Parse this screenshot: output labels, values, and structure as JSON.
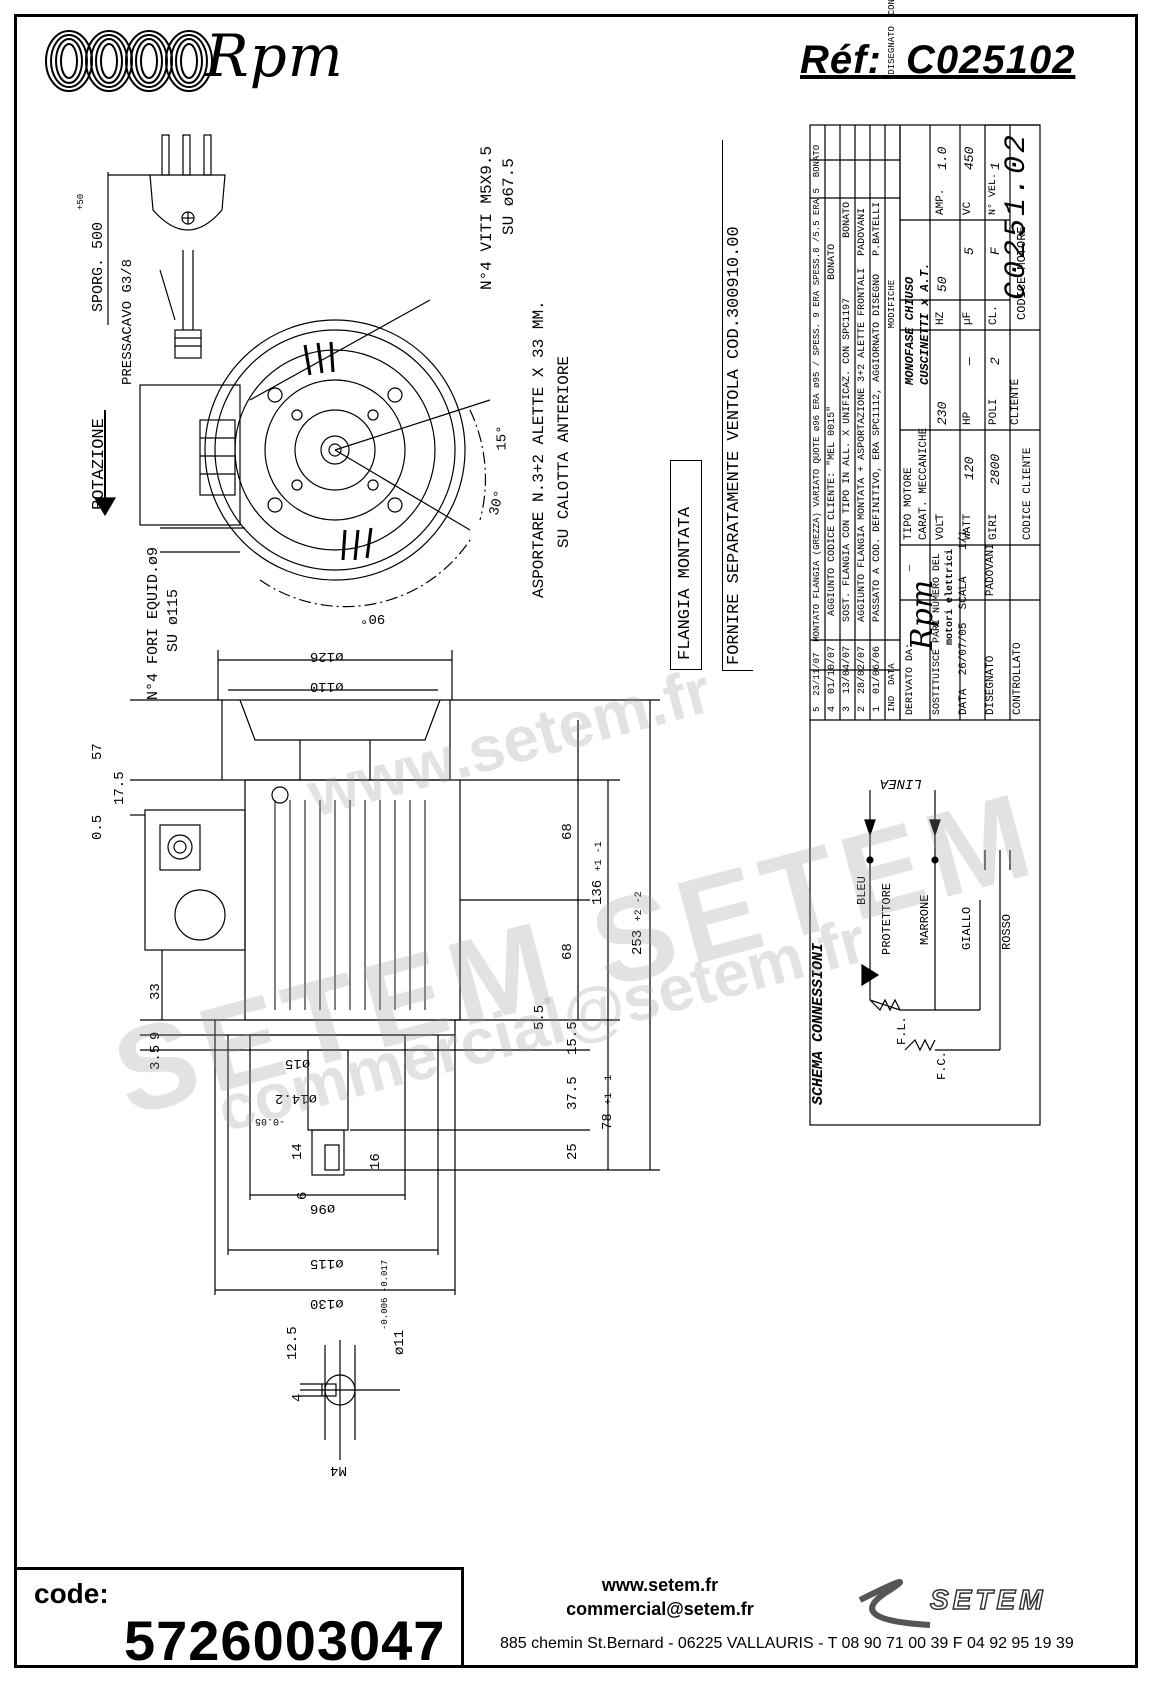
{
  "header": {
    "brand": "Rpm",
    "ref_label": "Réf:",
    "ref_value": "C025102"
  },
  "labels": {
    "rotazione": "ROTAZIONE",
    "sporg": "SPORG. 500",
    "sporg_tol": "+50",
    "pressacavo": "PRESSACAVO G3/8",
    "viti": "N°4 VITI M5X9.5",
    "su_67": "SU ø67.5",
    "asportare": "ASPORTARE N.3+2 ALETTE X 33 MM.",
    "calotta": "SU CALOTTA ANTERIORE",
    "fori": "N°4 FORI EQUID.ø9",
    "su_115": "SU ø115",
    "flangia": "FLANGIA MONTATA",
    "fornire": "FORNIRE SEPARATAMENTE VENTOLA COD.300910.00",
    "ang_15": "15°",
    "ang_30": "30°",
    "ang_90": "90°"
  },
  "dimensions": {
    "d126": "ø126",
    "d110": "ø110",
    "d96": "ø96",
    "d115": "ø115",
    "d130": "ø130",
    "d15": "ø15",
    "d14_2": "ø14.2",
    "d11": "ø11",
    "d11_tol": "-0.006 -0.017",
    "shaft_tol": "-0.05",
    "v57": "57",
    "v17_5": "17.5",
    "v0_5": "0.5",
    "v33": "33",
    "v9": "9",
    "v3_5": "3.5",
    "v68a": "68",
    "v68b": "68",
    "v136": "136",
    "v136_tol": "+1 -1",
    "v253": "253",
    "v253_tol": "+2 -2",
    "v5_5": "5.5",
    "v15_5": "15.5",
    "v37_5": "37.5",
    "v78": "78",
    "v78_tol": "+1 -1",
    "v25": "25",
    "v14": "14",
    "v16": "16",
    "v6": "6",
    "v12_5": "12.5",
    "v4": "4",
    "m4": "M4"
  },
  "revisions": [
    {
      "n": "5",
      "data": "23/11/07",
      "modifiche": "MONTATO FLANGIA (GREZZA) VARIATO QUOTE ø96 ERA ø95 / SPESS. 9 ERA SPESS.8 /5.5 ERA 5",
      "dis": "BONATO",
      "con": ""
    },
    {
      "n": "4",
      "data": "01/10/07",
      "modifiche": "AGGIUNTO CODICE CLIENTE: \"MEL 0015\"",
      "dis": "BONATO",
      "con": ""
    },
    {
      "n": "3",
      "data": "13/04/07",
      "modifiche": "SOST. FLANGIA CON TIPO IN ALL. X UNIFICAZ. CON SPC1197",
      "dis": "BONATO",
      "con": ""
    },
    {
      "n": "2",
      "data": "28/02/07",
      "modifiche": "AGGIUNTO FLANGIA MONTATA + ASPORTAZIONE 3+2 ALETTE FRONTALI",
      "dis": "PADOVANI",
      "con": ""
    },
    {
      "n": "1",
      "data": "01/06/06",
      "modifiche": "PASSATO A COD. DEFINITIVO, ERA SPC1112, AGGIORNATO DISEGNO",
      "dis": "P.BATELLI",
      "con": ""
    }
  ],
  "rev_header": {
    "n": "IND",
    "data": "DATA",
    "modifiche": "MODIFICHE",
    "dis": "DISEGNATO",
    "con": "CONTROLLATO"
  },
  "title_block": {
    "brand": "Rpm",
    "brand_sub": "motori elettrici",
    "tipo_label": "TIPO MOTORE",
    "tipo_value": "MONOFASE CHIUSO",
    "carat_label": "CARAT. MECCANICHE",
    "carat_value": "CUSCINETTI x A.T.",
    "volt_label": "VOLT",
    "volt_value": "230",
    "hz_label": "HZ",
    "hz_value": "50",
    "amp_label": "AMP.",
    "amp_value": "1.0",
    "watt_label": "WATT",
    "watt_value": "120",
    "hp_label": "HP",
    "hp_value": "—",
    "uf_label": "µF",
    "uf_value": "5",
    "vc_label": "VC",
    "vc_value": "450",
    "giri_label": "GIRI",
    "giri_value": "2800",
    "poli_label": "POLI",
    "poli_value": "2",
    "cl_label": "CL.",
    "cl_value": "F",
    "nvel_label": "N° VEL.",
    "nvel_value": "1",
    "derivato_label": "DERIVATO DA:",
    "derivato_value": "—",
    "sostituisce_label": "SOSTITUISCE PARI NUMERO DEL",
    "sostituisce_value": "—",
    "data_label": "DATA",
    "data_value": "26/07/05",
    "scala_label": "SCALA",
    "scala_value": "1/1",
    "disegnato_label": "DISEGNATO",
    "disegnato_value": "PADOVANI",
    "controllato_label": "CONTROLLATO",
    "cliente_label": "CLIENTE",
    "codice_cliente_label": "CODICE CLIENTE",
    "codice_motore_label": "CODICE MOTORE",
    "codice_motore_value": "C0251.02"
  },
  "schema": {
    "title": "SCHEMA CONNESSIONI",
    "linea": "LINEA",
    "bleu": "BLEU",
    "protettore": "PROTETTORE",
    "marrone": "MARRONE",
    "giallo": "GIALLO",
    "rosso": "ROSSO",
    "fl": "F.L.",
    "fc": "F.C."
  },
  "footer": {
    "code_label": "code:",
    "code_value": "5726003047",
    "website": "www.setem.fr",
    "email": "commercial@setem.fr",
    "address": "885 chemin St.Bernard  -  06225 VALLAURIS  -  T 08 90 71 00 39   F 04 92 95 19 39",
    "setem_logo": "SETEM"
  },
  "watermark": {
    "a": "www.setem.fr",
    "b": "SETEM SETEM",
    "c": "commercial@setem.fr"
  }
}
